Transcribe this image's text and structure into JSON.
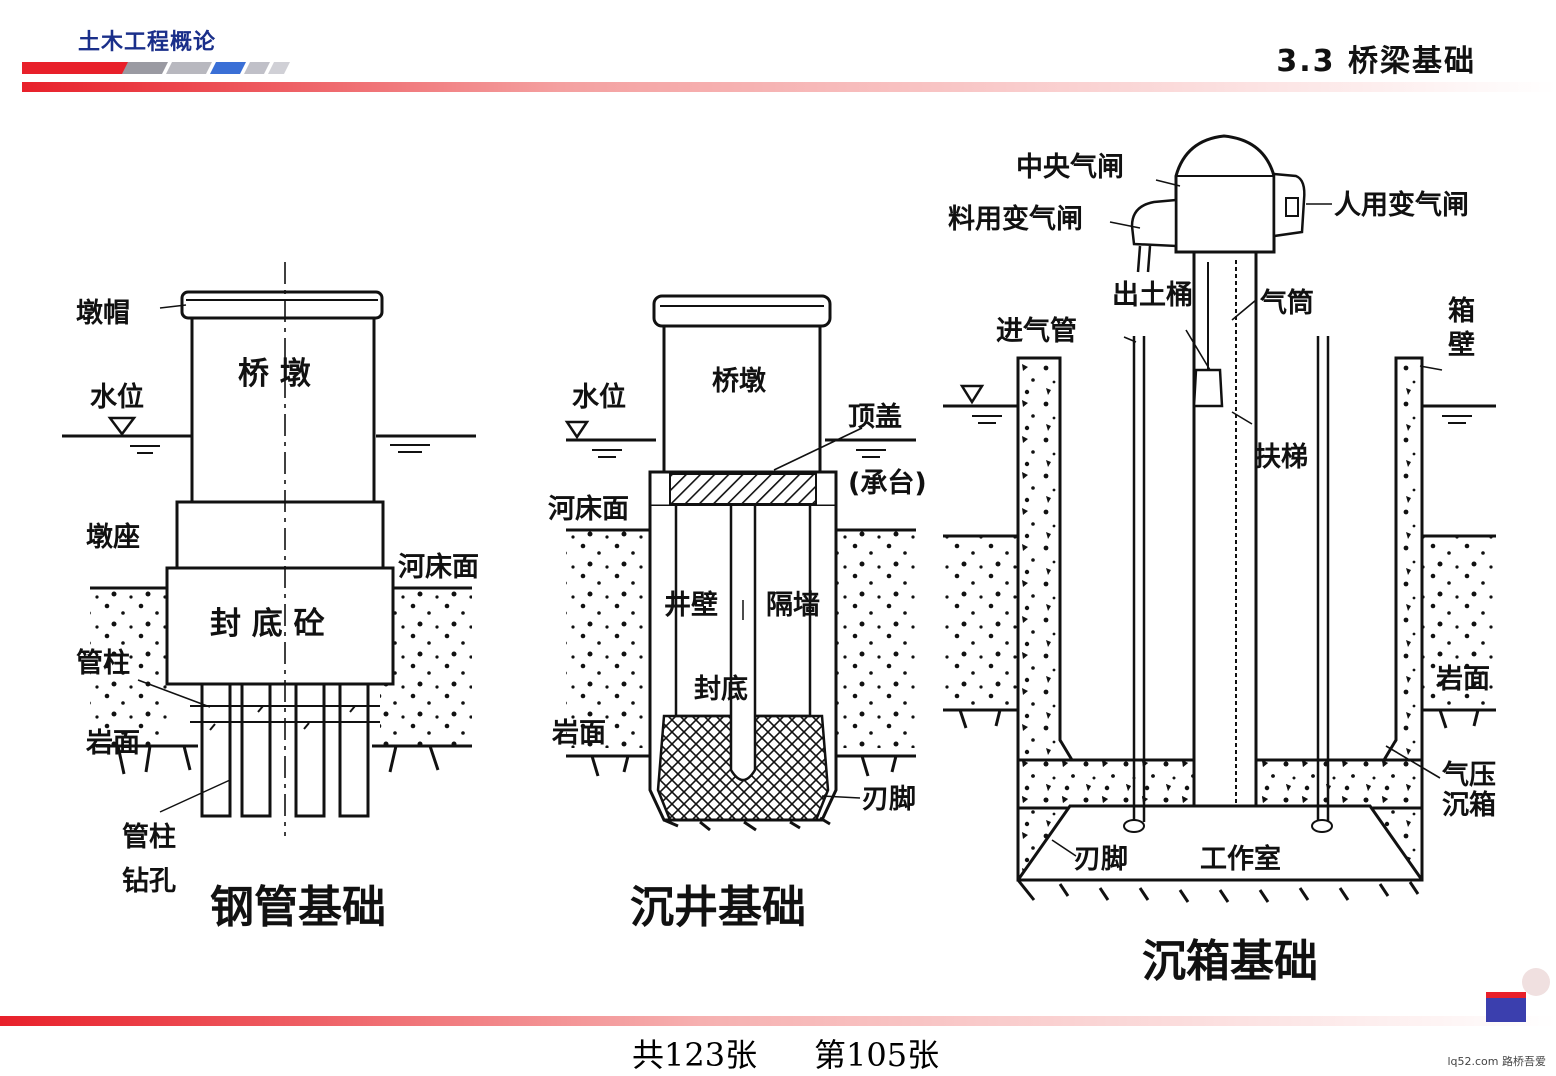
{
  "header": {
    "course_title": "土木工程概论",
    "section_title": "3.3  桥梁基础"
  },
  "footer": {
    "total_pages": "共123张",
    "current_page": "第105张",
    "watermark": "lq52.com 路桥吾爱"
  },
  "diagram": {
    "steel_pipe": {
      "caption": "钢管基础",
      "labels": {
        "pier_cap": "墩帽",
        "pier": "桥 墩",
        "water_level": "水位",
        "pier_base": "墩座",
        "bottom_seal": "封 底 砼",
        "riverbed": "河床面",
        "pipe_column": "管柱",
        "rock_surface": "岩面",
        "pipe_column_drill_1": "管柱",
        "pipe_column_drill_2": "钻孔"
      }
    },
    "open_caisson": {
      "caption": "沉井基础",
      "labels": {
        "pier": "桥墩",
        "water_level": "水位",
        "top_cover": "顶盖",
        "pile_cap": "(承台)",
        "riverbed": "河床面",
        "well_wall": "井壁",
        "partition": "隔墙",
        "bottom_seal": "封底",
        "rock_surface": "岩面",
        "cutting_edge": "刃脚"
      }
    },
    "pneumatic_caisson": {
      "caption": "沉箱基础",
      "labels": {
        "central_airlock": "中央气闸",
        "material_airlock": "料用变气闸",
        "personnel_airlock": "人用变气闸",
        "muck_bucket": "出土桶",
        "air_shaft": "气筒",
        "air_inlet": "进气管",
        "box_wall_1": "箱",
        "box_wall_2": "壁",
        "ladder": "扶梯",
        "rock_surface": "岩面",
        "pneumatic_1": "气压",
        "pneumatic_2": "沉箱",
        "cutting_edge": "刃脚",
        "working_chamber": "工作室"
      }
    }
  }
}
